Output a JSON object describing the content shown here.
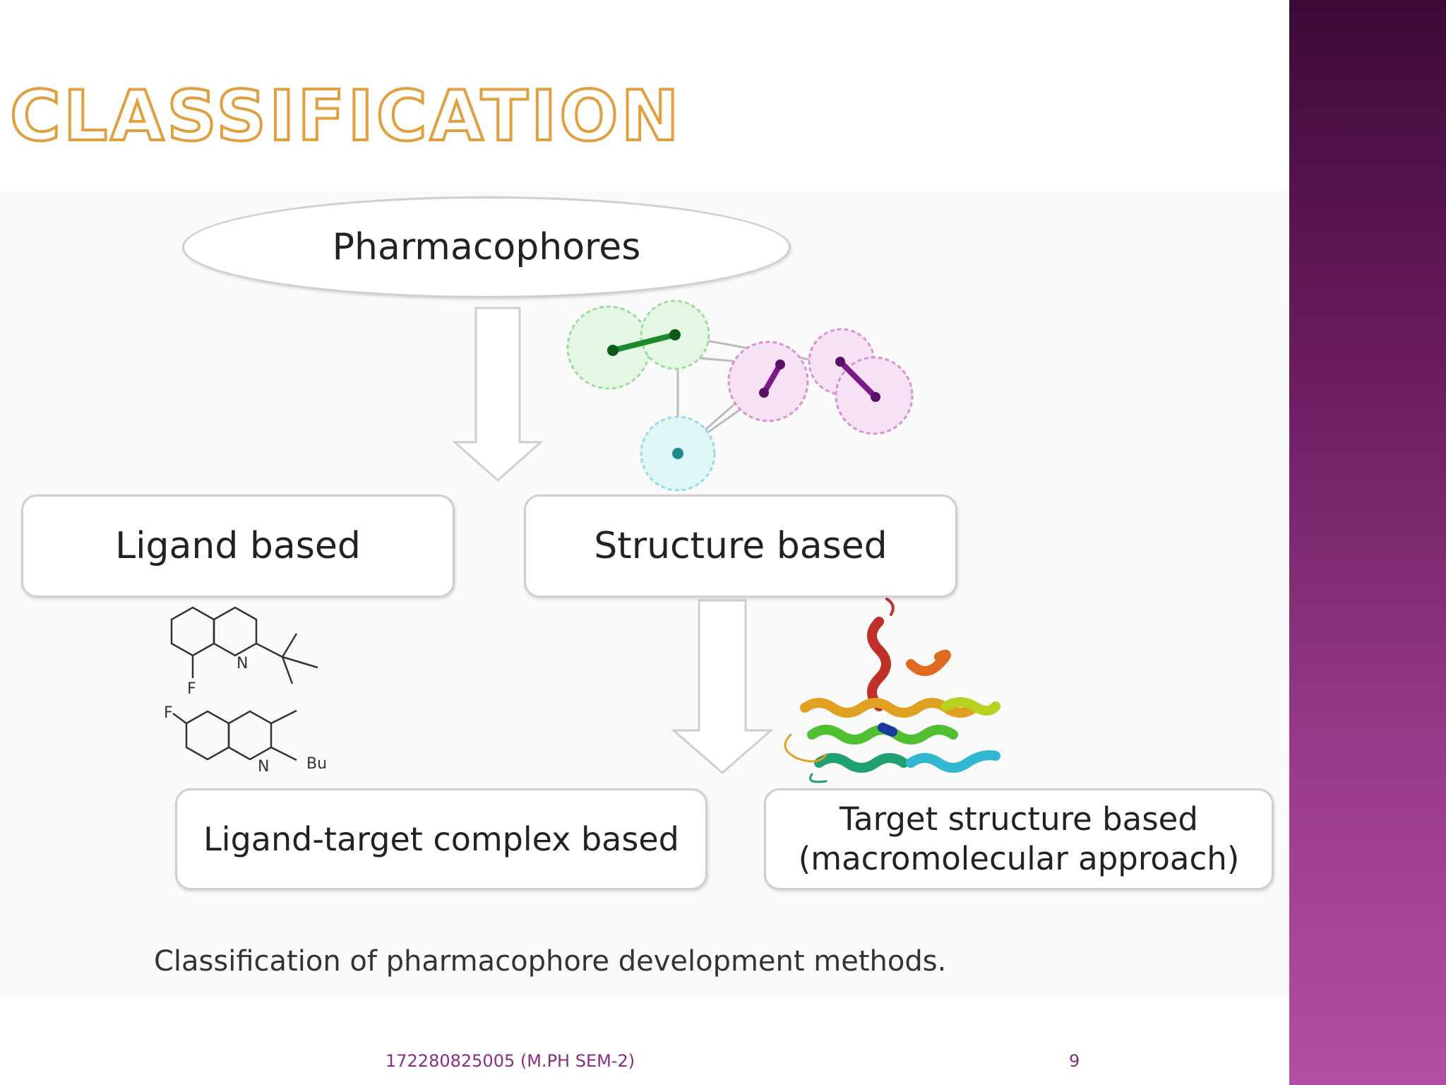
{
  "slide": {
    "title": "CLASSIFICATION",
    "footer_left": "172280825005 (M.PH SEM-2)",
    "page_number": "9"
  },
  "diagram": {
    "root": "Pharmacophores",
    "level1": [
      "Ligand based",
      "Structure based"
    ],
    "level2": [
      "Ligand-target complex based",
      "Target structure based",
      "(macromolecular approach)"
    ],
    "caption": "Classification of pharmacophore development methods.",
    "molecule_labels": {
      "f1": "F",
      "n1": "N",
      "f2": "F",
      "n2": "N",
      "bu": "Bu"
    }
  },
  "colors": {
    "title_outline": "#e0a040",
    "sidebar_top": "#3e0a36",
    "sidebar_bottom": "#b24ea4",
    "footer": "#8a2e80"
  }
}
